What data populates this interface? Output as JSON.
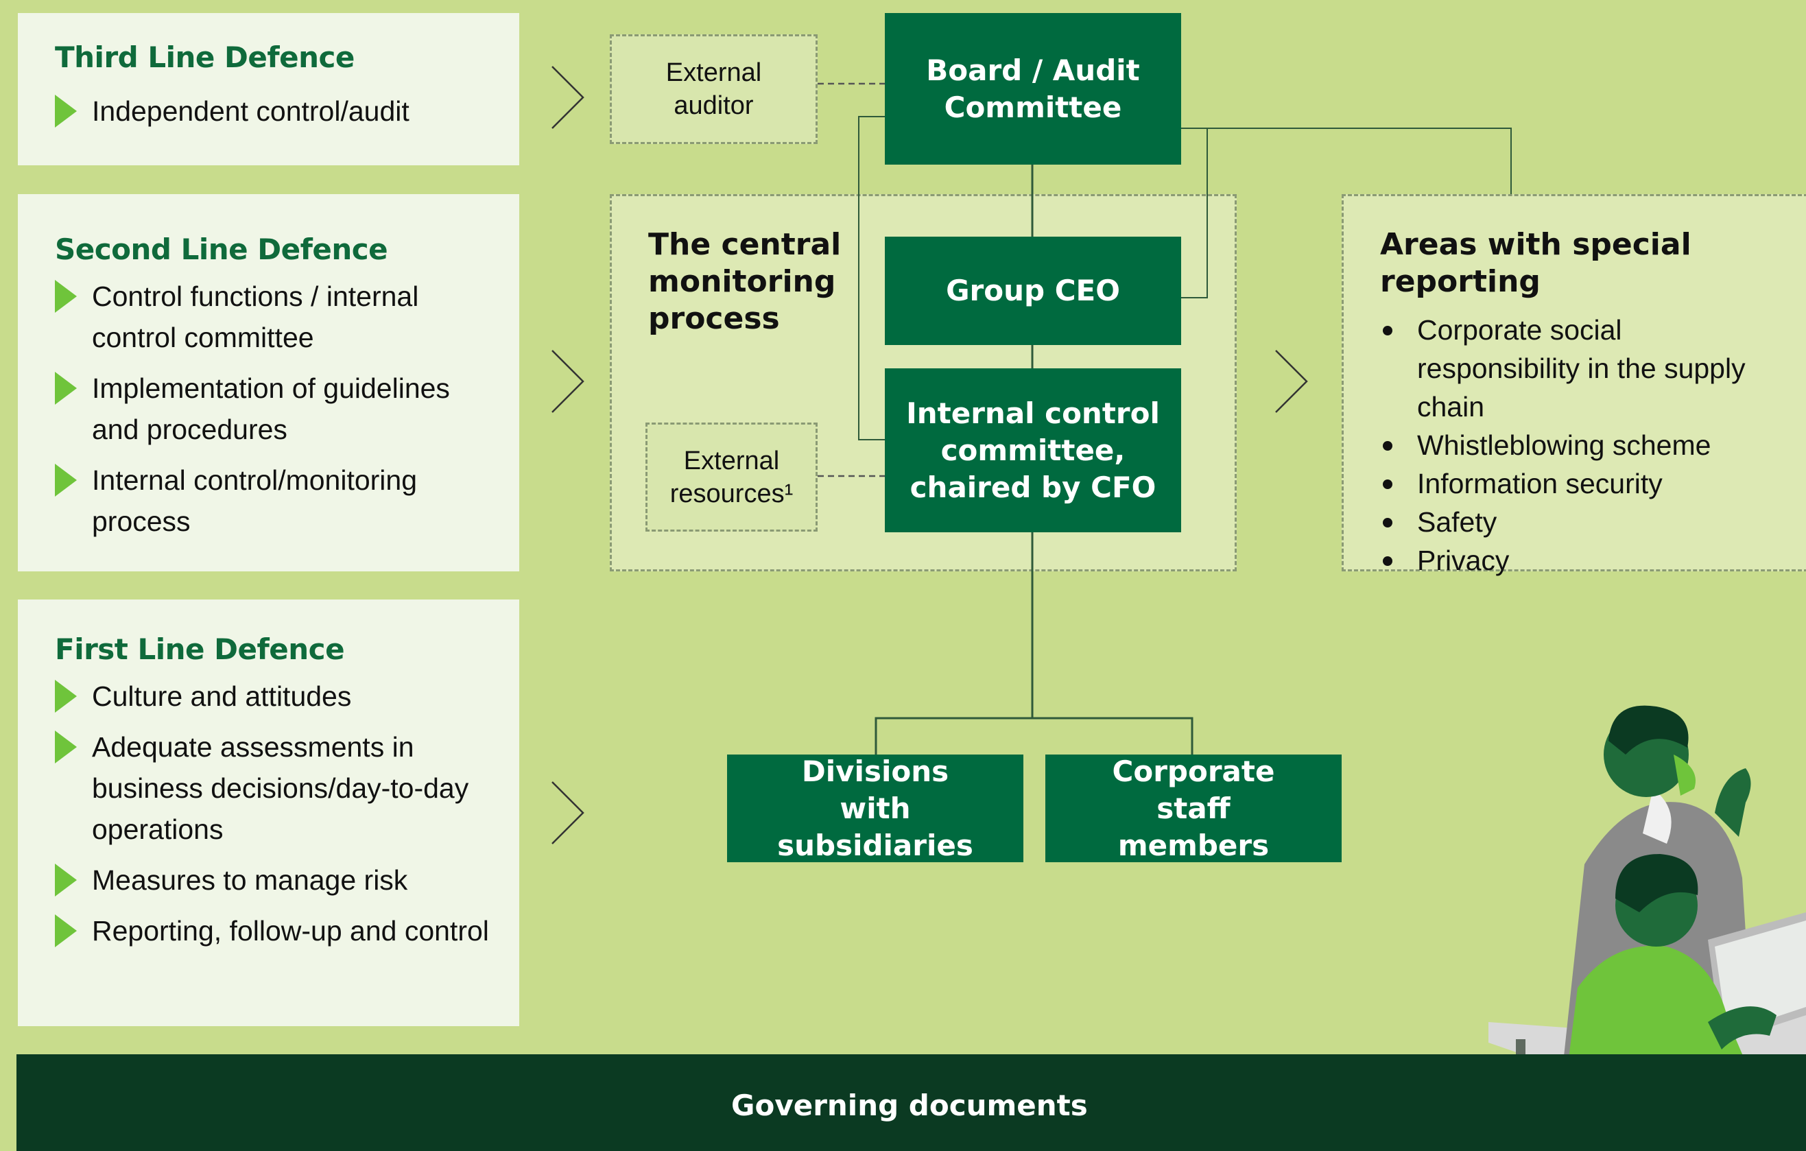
{
  "third_line": {
    "title": "Third Line Defence",
    "items": [
      "Independent control/audit"
    ]
  },
  "second_line": {
    "title": "Second Line Defence",
    "items": [
      "Control functions / internal control committee",
      "Implementation of guidelines and procedures",
      "Internal control/monitoring process"
    ]
  },
  "first_line": {
    "title": "First Line Defence",
    "items": [
      "Culture and attitudes",
      "Adequate assessments in business decisions/day-to-day operations",
      "Measures to manage risk",
      "Reporting, follow-up and control"
    ]
  },
  "diagram": {
    "external_auditor": "External auditor",
    "board": "Board / Audit Committee",
    "central_process_title": "The central monitoring process",
    "group_ceo": "Group CEO",
    "internal_control": "Internal control committee, chaired by CFO",
    "external_resources": "External resources¹",
    "divisions": "Divisions with subsidiaries",
    "corporate_staff": "Corporate staff members"
  },
  "special_reporting": {
    "title": "Areas with special reporting",
    "items": [
      "Corporate social responsibility in the supply chain",
      "Whistleblowing scheme",
      "Information security",
      "Safety",
      "Privacy"
    ]
  },
  "footer": {
    "label": "Governing documents"
  },
  "colors": {
    "background": "#c8dc8c",
    "panel": "#f0f6e7",
    "dark_green": "#006a3f",
    "title_green": "#0f6a3b",
    "bullet_green": "#6fc43b",
    "footer": "#0b3a22"
  }
}
